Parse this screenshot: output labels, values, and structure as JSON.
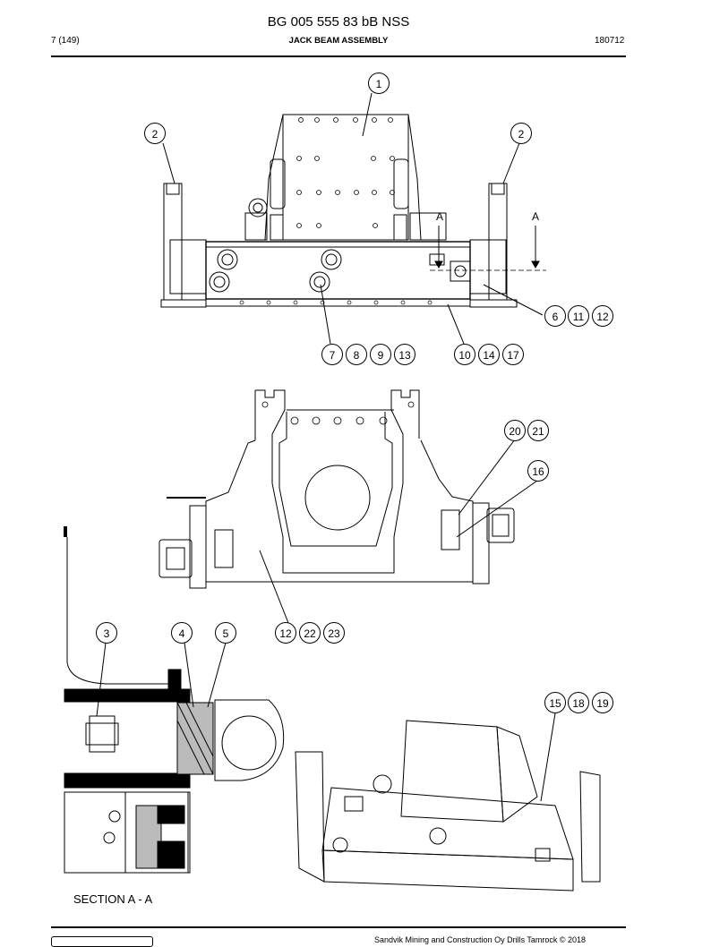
{
  "header": {
    "doc_number": "BG 005 555 83 bB NSS",
    "page": "7 (149)",
    "title": "JACK BEAM ASSEMBLY",
    "date": "180712"
  },
  "section_label": "SECTION A - A",
  "section_marker": "A",
  "callouts": [
    "1",
    "2",
    "3",
    "4",
    "5",
    "6",
    "7",
    "8",
    "9",
    "10",
    "11",
    "12",
    "13",
    "14",
    "15",
    "16",
    "17",
    "18",
    "19",
    "20",
    "21",
    "22",
    "23"
  ],
  "footer": {
    "copyright": "Sandvik Mining and Construction Oy Drills Tamrock © 2018"
  }
}
